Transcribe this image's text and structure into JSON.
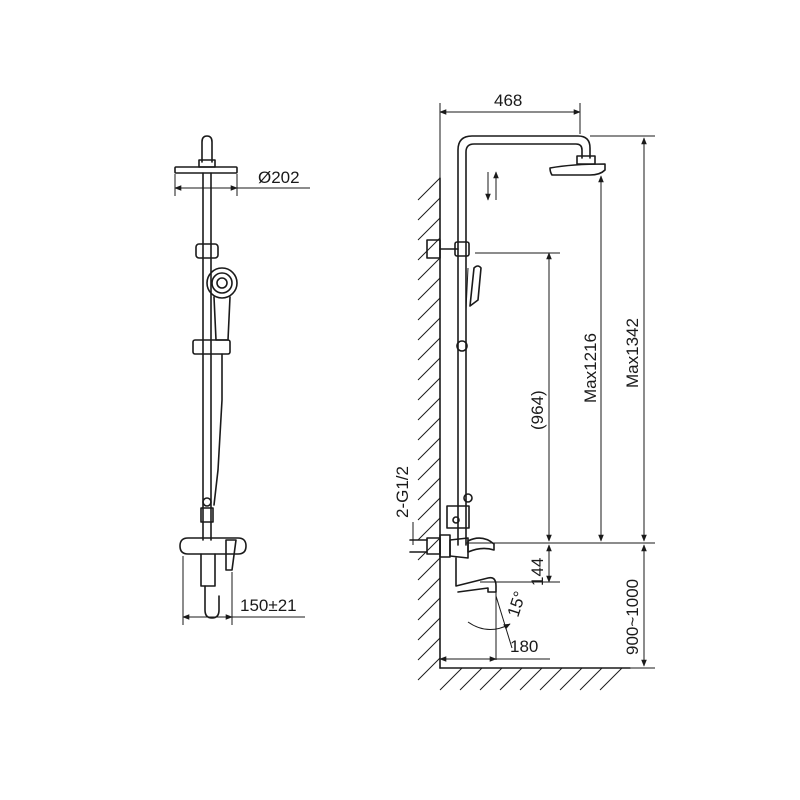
{
  "dimensions": {
    "head_diameter": "Ø202",
    "rail_offset": "150±21",
    "overall_width": "468",
    "hose_height": "(964)",
    "head_height_max": "Max1216",
    "total_height_max": "Max1342",
    "inlet_thread": "2-G1/2",
    "spout_height": "144",
    "mount_height": "900~1000",
    "spout_angle": "15°",
    "spout_reach": "180"
  }
}
